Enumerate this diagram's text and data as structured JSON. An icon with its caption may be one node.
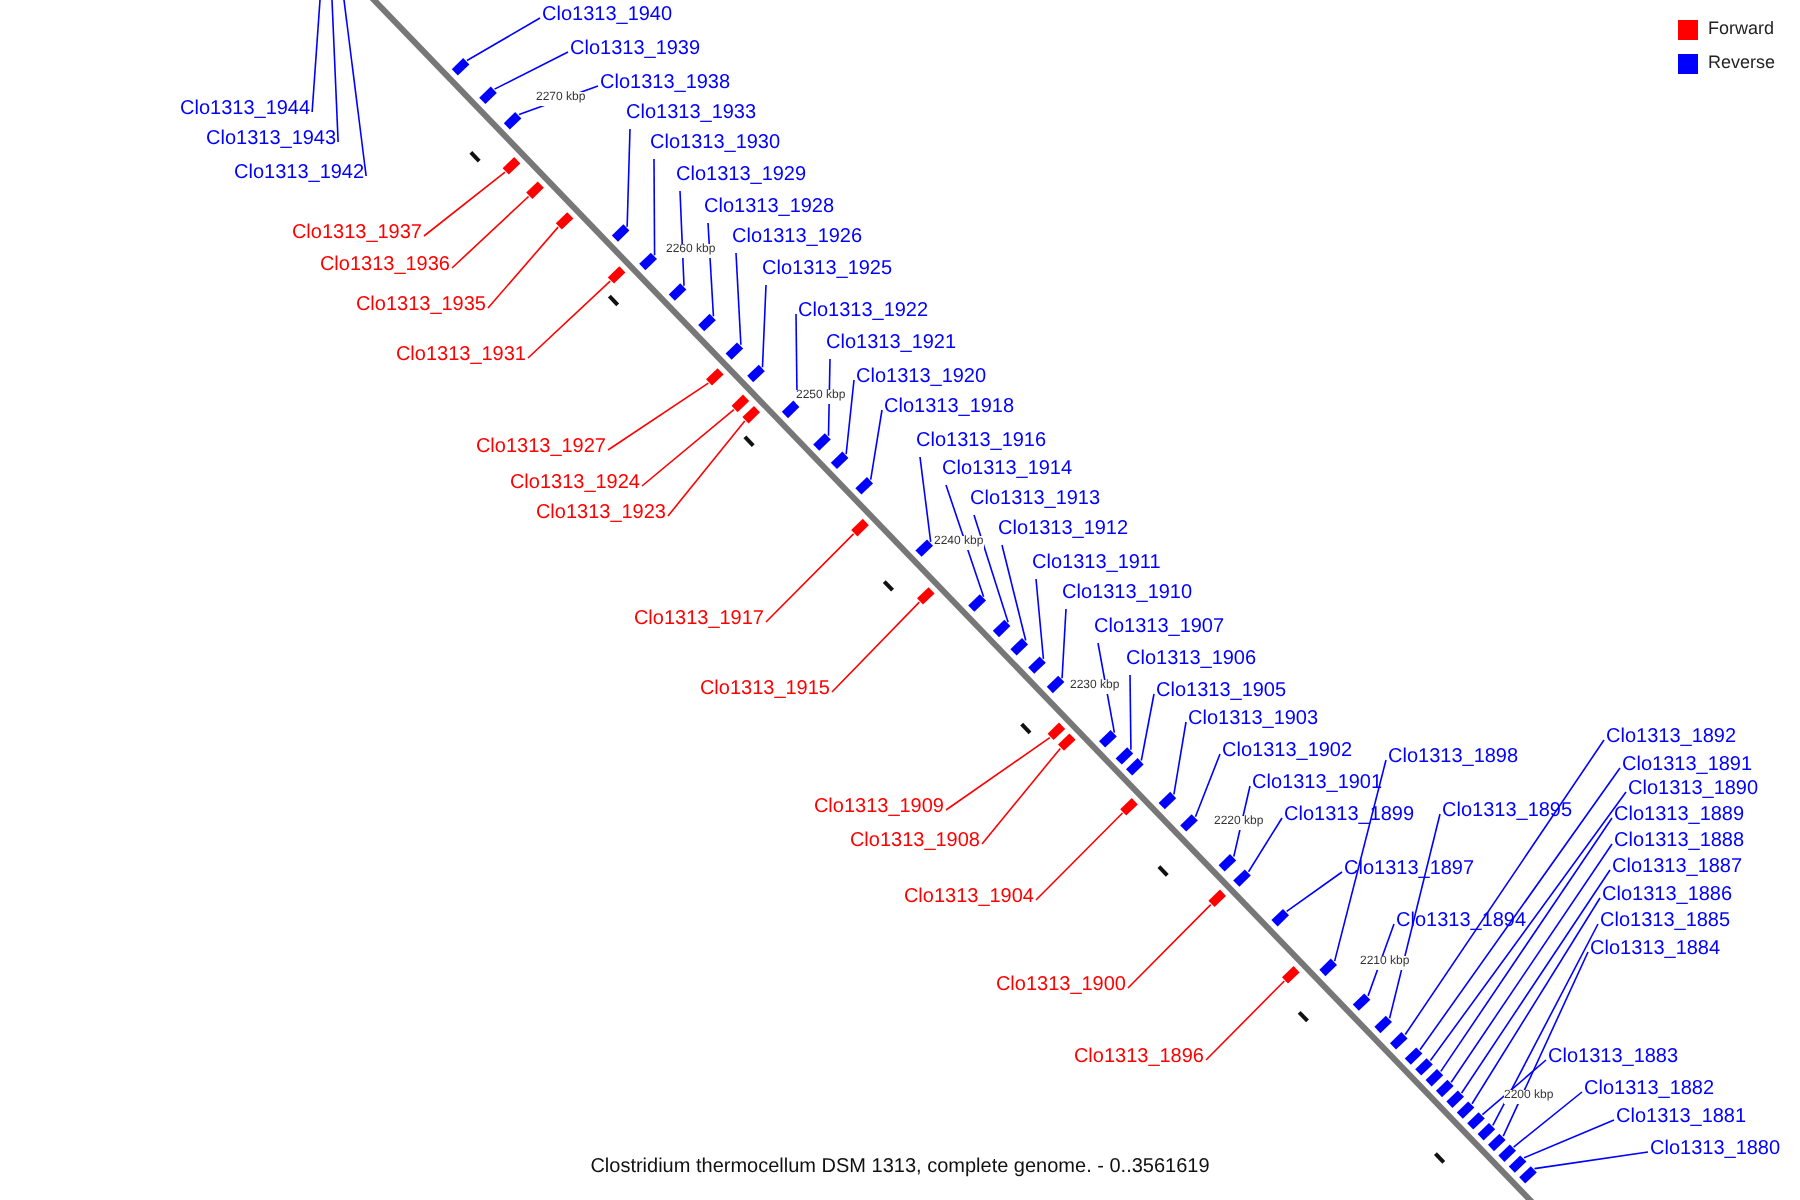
{
  "diagram": {
    "caption": "Clostridium thermocellum DSM 1313, complete genome. - 0..3561619",
    "nodes": [
      {
        "text": [
          "Clo1313_1940"
        ]
      },
      {
        "text": [
          "Clo1313_1939"
        ]
      },
      {
        "text": [
          "Clo1313_1938"
        ]
      },
      {
        "text": [
          "Clo1313_1944"
        ]
      },
      {
        "text": [
          "Clo1313_1933"
        ]
      },
      {
        "text": [
          "Clo1313_1943"
        ]
      },
      {
        "text": [
          "Clo1313_1930"
        ]
      },
      {
        "text": [
          "Clo1313_1942"
        ]
      },
      {
        "text": [
          "Clo1313_1929"
        ]
      },
      {
        "text": [
          "Clo1313_1928"
        ]
      },
      {
        "text": [
          "Clo1313_1937"
        ]
      },
      {
        "text": [
          "Clo1313_1926"
        ]
      },
      {
        "text": [
          "Clo1313_1936"
        ]
      },
      {
        "text": [
          "Clo1313_1925"
        ]
      },
      {
        "text": [
          "Clo1313_1935"
        ]
      },
      {
        "text": [
          "Clo1313_1922"
        ]
      },
      {
        "text": [
          "Clo1313_1921"
        ]
      },
      {
        "text": [
          "Clo1313_1931"
        ]
      },
      {
        "text": [
          "Clo1313_1920"
        ]
      },
      {
        "text": [
          "Clo1313_1918"
        ]
      },
      {
        "text": [
          "Clo1313_1916"
        ]
      },
      {
        "text": [
          "Clo1313_1927"
        ]
      },
      {
        "text": [
          "Clo1313_1914"
        ]
      },
      {
        "text": [
          "Clo1313_1924"
        ]
      },
      {
        "text": [
          "Clo1313_1913"
        ]
      },
      {
        "text": [
          "Clo1313_1923"
        ]
      },
      {
        "text": [
          "Clo1313_1912"
        ]
      },
      {
        "text": [
          "Clo1313_1911"
        ]
      },
      {
        "text": [
          "Clo1313_1910"
        ]
      },
      {
        "text": [
          "Clo1313_1917"
        ]
      },
      {
        "text": [
          "Clo1313_1907"
        ]
      },
      {
        "text": [
          "Clo1313_1906"
        ]
      },
      {
        "text": [
          "Clo1313_1915"
        ]
      },
      {
        "text": [
          "Clo1313_1905"
        ]
      },
      {
        "text": [
          "Clo1313_1903"
        ]
      },
      {
        "text": [
          "Clo1313_1892"
        ]
      },
      {
        "text": [
          "Clo1313_1902"
        ]
      },
      {
        "text": [
          "Clo1313_1898"
        ]
      },
      {
        "text": [
          "Clo1313_1891"
        ]
      },
      {
        "text": [
          "Clo1313_1901"
        ]
      },
      {
        "text": [
          "Clo1313_1890"
        ]
      },
      {
        "text": [
          "Clo1313_1909"
        ]
      },
      {
        "text": [
          "Clo1313_1895"
        ]
      },
      {
        "text": [
          "Clo1313_1899"
        ]
      },
      {
        "text": [
          "Clo1313_1889"
        ]
      },
      {
        "text": [
          "Clo1313_1908"
        ]
      },
      {
        "text": [
          "Clo1313_1888"
        ]
      },
      {
        "text": [
          "Clo1313_1887"
        ]
      },
      {
        "text": [
          "Clo1313_1897"
        ]
      },
      {
        "text": [
          "Clo1313_1886"
        ]
      },
      {
        "text": [
          "Clo1313_1904"
        ]
      },
      {
        "text": [
          "Clo1313_1885"
        ]
      },
      {
        "text": [
          "Clo1313_1894"
        ]
      },
      {
        "text": [
          "Clo1313_1884"
        ]
      },
      {
        "text": [
          "Clo1313_1900"
        ]
      },
      {
        "text": [
          "Clo1313_1896"
        ]
      },
      {
        "text": [
          "Clo1313_1883"
        ]
      },
      {
        "text": [
          "Clo1313_1882"
        ]
      },
      {
        "text": [
          "Clo1313_1881"
        ]
      },
      {
        "text": [
          "Clo1313_1880"
        ]
      },
      {
        "text": [],
        "shape": "box"
      },
      {
        "text": [],
        "shape": "box"
      },
      {
        "text": [],
        "shape": "box"
      },
      {
        "text": [],
        "shape": "box"
      },
      {
        "text": [],
        "shape": "box"
      },
      {
        "text": [],
        "shape": "box"
      },
      {
        "text": [],
        "shape": "box"
      },
      {
        "text": [],
        "shape": "box"
      },
      {
        "text": [],
        "shape": "box"
      },
      {
        "text": [],
        "shape": "box"
      },
      {
        "text": [],
        "shape": "box"
      },
      {
        "text": [],
        "shape": "box"
      },
      {
        "text": [],
        "shape": "box"
      },
      {
        "text": [],
        "shape": "box"
      },
      {
        "text": [],
        "shape": "box"
      },
      {
        "text": [],
        "shape": "box"
      },
      {
        "text": [],
        "shape": "box"
      },
      {
        "text": [],
        "shape": "box"
      },
      {
        "text": [],
        "shape": "box"
      },
      {
        "text": [],
        "shape": "box"
      },
      {
        "text": [],
        "shape": "box"
      },
      {
        "text": [],
        "shape": "box"
      },
      {
        "text": [],
        "shape": "box"
      },
      {
        "text": [],
        "shape": "box"
      },
      {
        "text": [],
        "shape": "box"
      },
      {
        "text": [],
        "shape": "box"
      },
      {
        "text": [],
        "shape": "box"
      },
      {
        "text": [],
        "shape": "box"
      },
      {
        "text": [],
        "shape": "box"
      },
      {
        "text": [],
        "shape": "box"
      },
      {
        "text": [],
        "shape": "box"
      },
      {
        "text": [],
        "shape": "box"
      },
      {
        "text": [],
        "shape": "box"
      },
      {
        "text": [],
        "shape": "box"
      },
      {
        "text": [],
        "shape": "box"
      },
      {
        "text": [],
        "shape": "box"
      },
      {
        "text": [],
        "shape": "box"
      },
      {
        "text": [],
        "shape": "box"
      },
      {
        "text": [],
        "shape": "box"
      },
      {
        "text": [],
        "shape": "box"
      },
      {
        "text": [],
        "shape": "box"
      },
      {
        "text": [],
        "shape": "box"
      },
      {
        "text": [],
        "shape": "box"
      },
      {
        "text": [],
        "shape": "box"
      },
      {
        "text": [],
        "shape": "box"
      },
      {
        "text": [],
        "shape": "box"
      },
      {
        "text": [],
        "shape": "box"
      },
      {
        "text": [],
        "shape": "box"
      },
      {
        "text": [],
        "shape": "box"
      },
      {
        "text": [],
        "shape": "box"
      },
      {
        "text": [],
        "shape": "box"
      },
      {
        "text": [],
        "shape": "box"
      },
      {
        "text": [],
        "shape": "box"
      },
      {
        "text": [],
        "shape": "box"
      },
      {
        "text": [],
        "shape": "box"
      },
      {
        "text": [],
        "shape": "box"
      },
      {
        "text": [],
        "shape": "box"
      }
    ],
    "edges": [
      {
        "from": 0,
        "to": 60,
        "arrow": "none"
      },
      {
        "from": 1,
        "to": 61,
        "arrow": "none"
      },
      {
        "from": 2,
        "to": 62,
        "arrow": "none"
      },
      {
        "from": 3,
        "to": null,
        "arrow": "none"
      },
      {
        "from": 4,
        "to": 66,
        "arrow": "none"
      },
      {
        "from": 5,
        "to": null,
        "arrow": "none"
      },
      {
        "from": 6,
        "to": 68,
        "arrow": "none"
      },
      {
        "from": 7,
        "to": null,
        "arrow": "none"
      },
      {
        "from": 8,
        "to": 69,
        "arrow": "none"
      },
      {
        "from": 9,
        "to": 70,
        "arrow": "none"
      },
      {
        "from": 10,
        "to": 63,
        "arrow": "none",
        "color": "#ff0000"
      },
      {
        "from": 11,
        "to": 71,
        "arrow": "none"
      },
      {
        "from": 12,
        "to": 64,
        "arrow": "none",
        "color": "#ff0000"
      },
      {
        "from": 13,
        "to": 73,
        "arrow": "none"
      },
      {
        "from": 14,
        "to": 65,
        "arrow": "none",
        "color": "#ff0000"
      },
      {
        "from": 15,
        "to": 76,
        "arrow": "none"
      },
      {
        "from": 16,
        "to": 77,
        "arrow": "none"
      },
      {
        "from": 17,
        "to": 67,
        "arrow": "none",
        "color": "#ff0000"
      },
      {
        "from": 18,
        "to": 78,
        "arrow": "none"
      },
      {
        "from": 19,
        "to": 79,
        "arrow": "none"
      },
      {
        "from": 20,
        "to": 81,
        "arrow": "none"
      },
      {
        "from": 21,
        "to": 72,
        "arrow": "none",
        "color": "#ff0000"
      },
      {
        "from": 22,
        "to": 83,
        "arrow": "none"
      },
      {
        "from": 23,
        "to": 74,
        "arrow": "none",
        "color": "#ff0000"
      },
      {
        "from": 24,
        "to": 84,
        "arrow": "none"
      },
      {
        "from": 25,
        "to": 75,
        "arrow": "none",
        "color": "#ff0000"
      },
      {
        "from": 26,
        "to": 85,
        "arrow": "none"
      },
      {
        "from": 27,
        "to": 86,
        "arrow": "none"
      },
      {
        "from": 28,
        "to": 87,
        "arrow": "none"
      },
      {
        "from": 29,
        "to": 80,
        "arrow": "none",
        "color": "#ff0000"
      },
      {
        "from": 30,
        "to": 90,
        "arrow": "none"
      },
      {
        "from": 31,
        "to": 91,
        "arrow": "none"
      },
      {
        "from": 32,
        "to": 82,
        "arrow": "none",
        "color": "#ff0000"
      },
      {
        "from": 33,
        "to": 92,
        "arrow": "none"
      },
      {
        "from": 34,
        "to": 94,
        "arrow": "none"
      },
      {
        "from": 35,
        "to": 104,
        "arrow": "none"
      },
      {
        "from": 36,
        "to": 95,
        "arrow": "none"
      },
      {
        "from": 37,
        "to": 101,
        "arrow": "none"
      },
      {
        "from": 38,
        "to": 105,
        "arrow": "none"
      },
      {
        "from": 39,
        "to": 96,
        "arrow": "none"
      },
      {
        "from": 40,
        "to": 106,
        "arrow": "none"
      },
      {
        "from": 41,
        "to": 88,
        "arrow": "none",
        "color": "#ff0000"
      },
      {
        "from": 42,
        "to": 103,
        "arrow": "none"
      },
      {
        "from": 43,
        "to": 98,
        "arrow": "none"
      },
      {
        "from": 44,
        "to": 107,
        "arrow": "none"
      },
      {
        "from": 45,
        "to": 89,
        "arrow": "none",
        "color": "#ff0000"
      },
      {
        "from": 46,
        "to": 108,
        "arrow": "none"
      },
      {
        "from": 47,
        "to": 109,
        "arrow": "none"
      },
      {
        "from": 48,
        "to": 99,
        "arrow": "none"
      },
      {
        "from": 49,
        "to": 110,
        "arrow": "none"
      },
      {
        "from": 50,
        "to": 93,
        "arrow": "none",
        "color": "#ff0000"
      },
      {
        "from": 51,
        "to": 112,
        "arrow": "none"
      },
      {
        "from": 52,
        "to": 102,
        "arrow": "none"
      },
      {
        "from": 53,
        "to": 113,
        "arrow": "none"
      },
      {
        "from": 54,
        "to": 97,
        "arrow": "none",
        "color": "#ff0000"
      },
      {
        "from": 55,
        "to": 100,
        "arrow": "none",
        "color": "#ff0000"
      },
      {
        "from": 56,
        "to": 111,
        "arrow": "none"
      },
      {
        "from": 57,
        "to": 114,
        "arrow": "none"
      },
      {
        "from": 58,
        "to": 115,
        "arrow": "none"
      },
      {
        "from": 59,
        "to": 116,
        "arrow": "none"
      }
    ],
    "labels": [
      "2270 kbp",
      "2260 kbp",
      "2250 kbp",
      "2240 kbp",
      "2230 kbp",
      "2220 kbp",
      "2210 kbp",
      "2200 kbp"
    ],
    "legend": [
      {
        "text": "Forward",
        "color": "#ff0000"
      },
      {
        "text": "Reverse",
        "color": "#0000ff"
      }
    ]
  }
}
